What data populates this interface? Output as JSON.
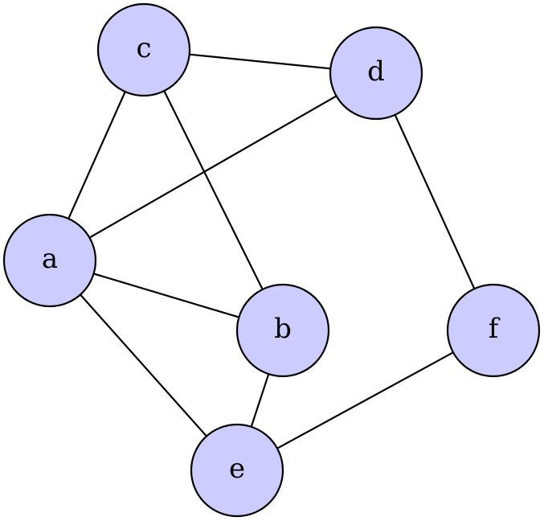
{
  "graph": {
    "node_fill": "#ccccff",
    "node_stroke": "#000000",
    "nodes": [
      {
        "id": "a",
        "label": "a"
      },
      {
        "id": "b",
        "label": "b"
      },
      {
        "id": "c",
        "label": "c"
      },
      {
        "id": "d",
        "label": "d"
      },
      {
        "id": "e",
        "label": "e"
      },
      {
        "id": "f",
        "label": "f"
      }
    ],
    "edges": [
      {
        "from": "c",
        "to": "d"
      },
      {
        "from": "c",
        "to": "a"
      },
      {
        "from": "c",
        "to": "b"
      },
      {
        "from": "d",
        "to": "a"
      },
      {
        "from": "d",
        "to": "f"
      },
      {
        "from": "a",
        "to": "b"
      },
      {
        "from": "a",
        "to": "e"
      },
      {
        "from": "b",
        "to": "e"
      },
      {
        "from": "f",
        "to": "e"
      }
    ]
  }
}
